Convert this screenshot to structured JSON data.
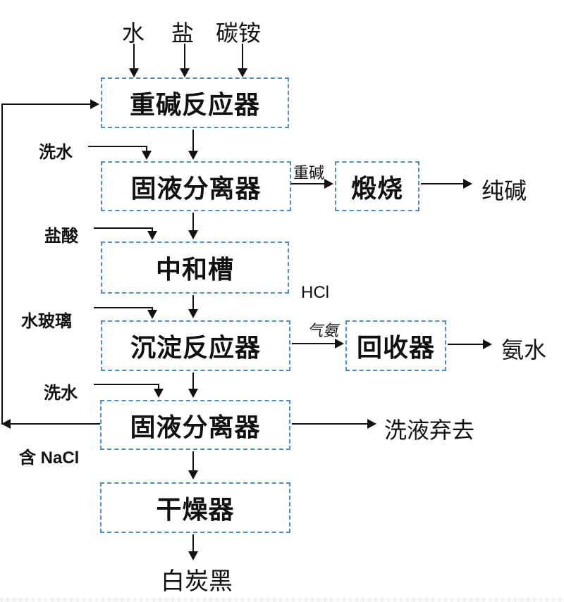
{
  "diagram": {
    "nodes": {
      "reactor": "重碱反应器",
      "separator_top": "固液分离器",
      "calciner": "煅烧",
      "neutralizer": "中和槽",
      "precipitator": "沉淀反应器",
      "recoverer": "回收器",
      "separator_bottom": "固液分离器",
      "dryer": "干燥器"
    },
    "inputs": {
      "water": "水",
      "salt": "盐",
      "ammonium_bicarbonate": "碳铵",
      "wash_water_top": "洗水",
      "hydrochloric_acid": "盐酸",
      "water_glass": "水玻璃",
      "wash_water_bottom": "洗水"
    },
    "streams": {
      "heavy_alkali": "重碱",
      "hcl": "HCl",
      "ammonia_gas": "气氨",
      "contains_nacl": "含 NaCl"
    },
    "outputs": {
      "soda_ash": "纯碱",
      "ammonia_water": "氨水",
      "wash_discard": "洗液弃去",
      "white_carbon_black": "白炭黑"
    },
    "colors": {
      "box_border": "#4a8ec2",
      "line": "#111111",
      "text": "#111111",
      "background": "#ffffff"
    }
  }
}
